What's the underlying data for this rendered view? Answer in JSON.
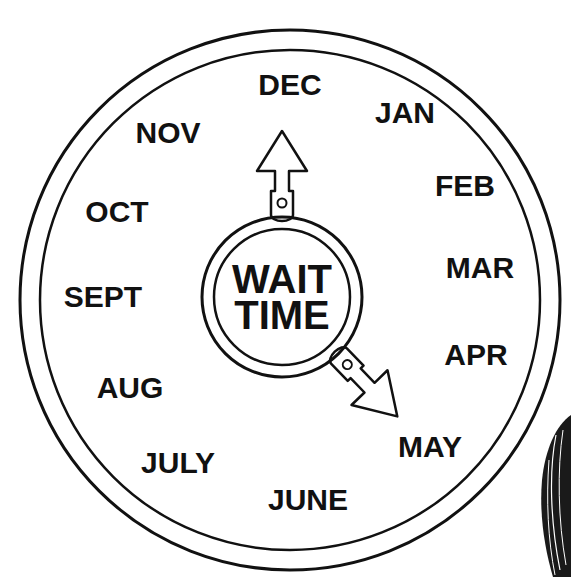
{
  "diagram": {
    "nodes": [
      {
        "text": [
          "DEC",
          "JAN",
          "FEB",
          "MAR",
          "APR",
          "MAY",
          "JUNE",
          "JULY",
          "AUG",
          "SEPT",
          "OCT",
          "NOV"
        ]
      },
      {
        "text": [
          "WAIT TIME"
        ],
        "in": 0
      }
    ]
  }
}
